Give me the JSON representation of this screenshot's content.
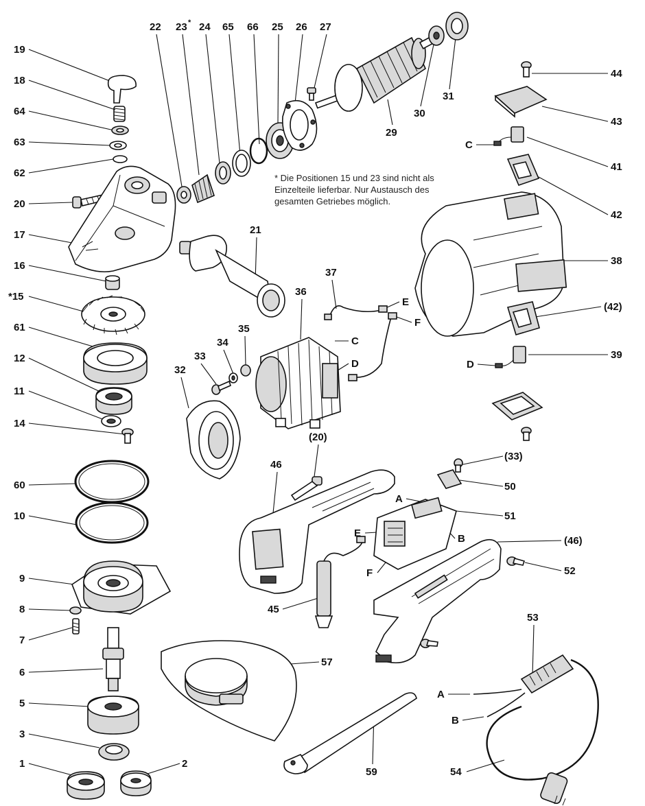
{
  "note": {
    "lines": [
      "* Die Positionen 15 und 23 sind nicht als",
      "Einzelteile lieferbar. Nur Austausch des",
      "gesamten Getriebes möglich."
    ]
  },
  "labels": {
    "l22": "22",
    "l23": "23",
    "l23_star": "*",
    "l24": "24",
    "l65": "65",
    "l66": "66",
    "l25": "25",
    "l26": "26",
    "l27": "27",
    "l19": "19",
    "l18": "18",
    "l64": "64",
    "l63": "63",
    "l62": "62",
    "l20": "20",
    "l17": "17",
    "l16": "16",
    "l15": "*15",
    "l61": "61",
    "l12": "12",
    "l11": "11",
    "l14": "14",
    "l60": "60",
    "l10": "10",
    "l9": "9",
    "l8": "8",
    "l7": "7",
    "l6": "6",
    "l5": "5",
    "l3": "3",
    "l1": "1",
    "l2": "2",
    "l29": "29",
    "l30": "30",
    "l31": "31",
    "l44": "44",
    "l43": "43",
    "l41": "41",
    "l42": "42",
    "l38": "38",
    "l42b": "(42)",
    "l39": "39",
    "l21": "21",
    "l37": "37",
    "l36": "36",
    "l35": "35",
    "l34": "34",
    "l33": "33",
    "l32": "32",
    "l20b": "(20)",
    "l46": "46",
    "l33b": "(33)",
    "l50": "50",
    "l51": "51",
    "l46b": "(46)",
    "l52": "52",
    "l45": "45",
    "l57": "57",
    "l53": "53",
    "l59": "59",
    "l54": "54",
    "cE1": "E",
    "cF1": "F",
    "cC1": "C",
    "cD1": "D",
    "cC2": "C",
    "cD2": "D",
    "cA1": "A",
    "cB1": "B",
    "cE2": "E",
    "cF2": "F",
    "cA2": "A",
    "cB2": "B"
  }
}
